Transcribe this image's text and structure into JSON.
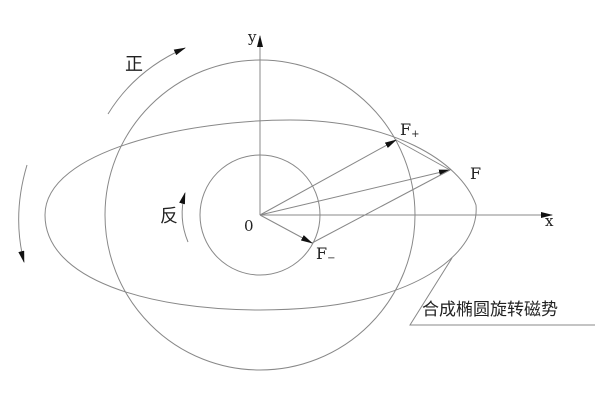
{
  "axes": {
    "x_label": "x",
    "y_label": "y",
    "origin_label": "0"
  },
  "vectors": {
    "forward": {
      "label": "F",
      "subscript": "+"
    },
    "backward": {
      "label": "F",
      "subscript": "−"
    },
    "resultant": {
      "label": "F"
    }
  },
  "rotation": {
    "forward_label": "正",
    "backward_label": "反"
  },
  "annotation": "合成椭圆旋转磁势",
  "colors": {
    "line": "#888888",
    "arrow": "#111111",
    "text": "#222222"
  }
}
